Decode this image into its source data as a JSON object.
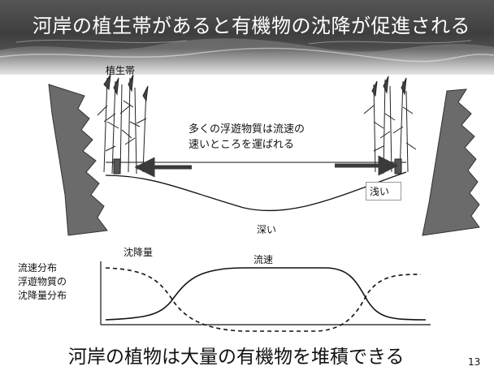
{
  "slide": {
    "title": "河岸の植生帯があると有機物の沈降が促進される",
    "caption": "河岸の植物は大量の有機物を堆積できる",
    "page_number": "13"
  },
  "cross_section": {
    "vegetation_label": "植生帯",
    "flow_note_line1": "多くの浮遊物質は流速の",
    "flow_note_line2": "速いところを運ばれる",
    "shallow_label": "浅い",
    "deep_label": "深い"
  },
  "distribution_plot": {
    "y_label_line1": "流速分布",
    "y_label_line2": "浮遊物質の",
    "y_label_line3": "沈降量分布",
    "sedimentation_label": "沈降量",
    "velocity_label": "流速"
  },
  "colors": {
    "header_bg": "#4a4a4a",
    "bank": "#6b6b6b",
    "arrow": "#3a3a3a",
    "line": "#111111"
  }
}
